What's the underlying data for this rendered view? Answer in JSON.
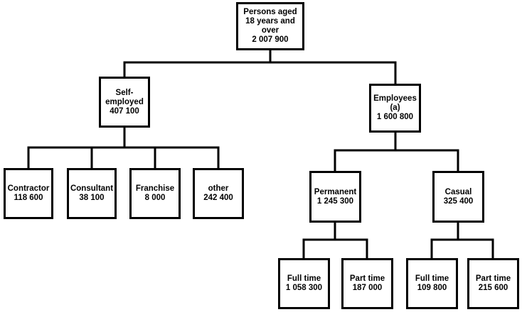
{
  "nodes": {
    "root": {
      "lines": [
        "Persons aged",
        "18 years and",
        "over",
        "2 007 900"
      ]
    },
    "self": {
      "lines": [
        "Self-",
        "employed",
        "407 100"
      ]
    },
    "employees": {
      "lines": [
        "Employees",
        "(a)",
        "1 600 800"
      ]
    },
    "contractor": {
      "lines": [
        "Contractor",
        "118 600"
      ]
    },
    "consultant": {
      "lines": [
        "Consultant",
        "38 100"
      ]
    },
    "franchise": {
      "lines": [
        "Franchise",
        "8 000"
      ]
    },
    "other": {
      "lines": [
        "other",
        "242 400"
      ]
    },
    "permanent": {
      "lines": [
        "Permanent",
        "1 245 300"
      ]
    },
    "casual": {
      "lines": [
        "Casual",
        "325 400"
      ]
    },
    "ft1": {
      "lines": [
        "Full time",
        "1 058 300"
      ]
    },
    "pt1": {
      "lines": [
        "Part time",
        "187 000"
      ]
    },
    "ft2": {
      "lines": [
        "Full time",
        "109 800"
      ]
    },
    "pt2": {
      "lines": [
        "Part time",
        "215 600"
      ]
    }
  }
}
